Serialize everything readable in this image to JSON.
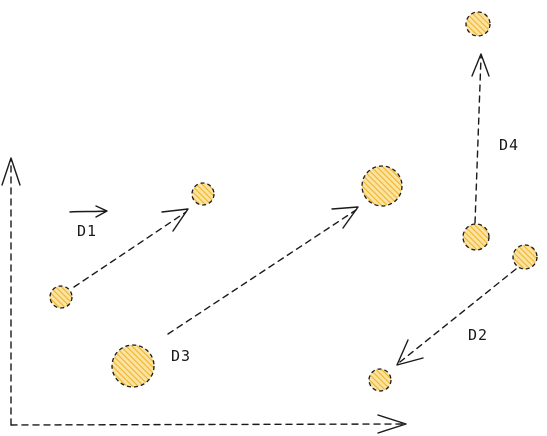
{
  "diagram": {
    "fill_color": "#f5c044",
    "hatch_color": "#f0b52c",
    "ink_color": "#1a1a1a",
    "vectors": [
      {
        "id": "D1",
        "label": "D1"
      },
      {
        "id": "D2",
        "label": "D2"
      },
      {
        "id": "D3",
        "label": "D3"
      },
      {
        "id": "D4",
        "label": "D4"
      }
    ]
  }
}
